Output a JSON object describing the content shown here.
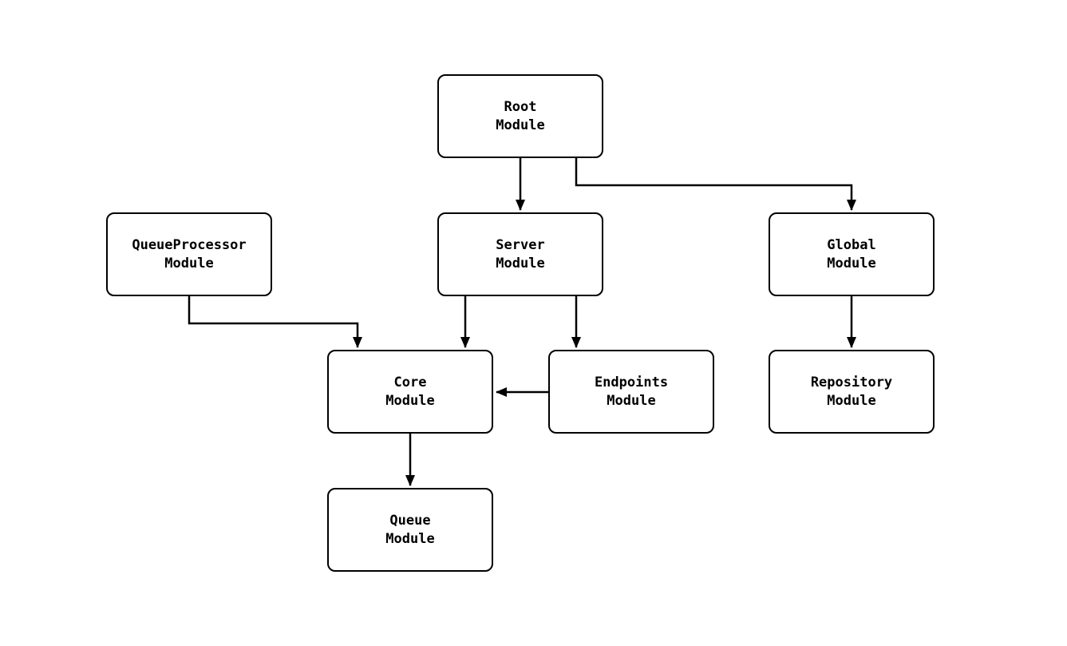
{
  "diagram": {
    "type": "flowchart",
    "background_color": "#ffffff",
    "node_border_color": "#000000",
    "node_fill_color": "#ffffff",
    "edge_color": "#000000",
    "nodes": {
      "root": {
        "label": "Root\nModule"
      },
      "server": {
        "label": "Server\nModule"
      },
      "queueprocessor": {
        "label": "QueueProcessor\nModule"
      },
      "global": {
        "label": "Global\nModule"
      },
      "core": {
        "label": "Core\nModule"
      },
      "endpoints": {
        "label": "Endpoints\nModule"
      },
      "repository": {
        "label": "Repository\nModule"
      },
      "queue": {
        "label": "Queue\nModule"
      }
    },
    "edges": [
      {
        "from": "root",
        "to": "server"
      },
      {
        "from": "root",
        "to": "global"
      },
      {
        "from": "queueprocessor",
        "to": "core"
      },
      {
        "from": "server",
        "to": "core"
      },
      {
        "from": "server",
        "to": "endpoints"
      },
      {
        "from": "endpoints",
        "to": "core"
      },
      {
        "from": "global",
        "to": "repository"
      },
      {
        "from": "core",
        "to": "queue"
      }
    ]
  }
}
